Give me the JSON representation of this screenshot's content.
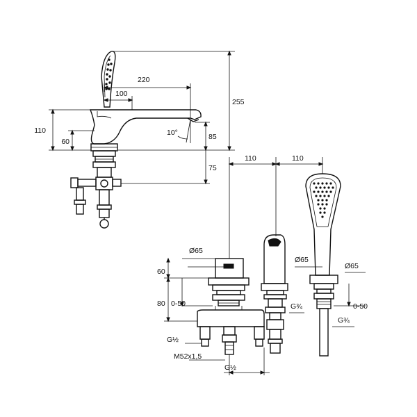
{
  "dimensions": {
    "side_view": {
      "reach_220": "220",
      "reach_100": "100",
      "height_255": "255",
      "height_110": "110",
      "height_60": "60",
      "spout_85": "85",
      "angle_10": "10°",
      "below_75": "75"
    },
    "front_view": {
      "spacing_left": "110",
      "spacing_right": "110",
      "dia_left": "Ø65",
      "dia_middle": "Ø65",
      "dia_right": "Ø65",
      "h60": "60",
      "h80": "80",
      "range_left": "0-50",
      "range_right": "0-50",
      "g34_middle": "G¾",
      "g34_right": "G¾",
      "g12_upper": "G½",
      "thread": "M52x1,5",
      "g12_lower": "G½"
    }
  }
}
